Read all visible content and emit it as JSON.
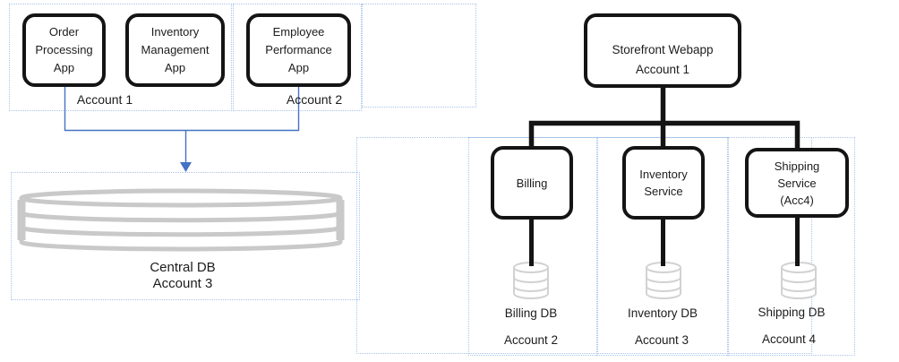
{
  "left_diagram": {
    "apps": [
      {
        "lines": [
          "Order",
          "Processing",
          "App"
        ]
      },
      {
        "lines": [
          "Inventory",
          "Management",
          "App"
        ]
      },
      {
        "lines": [
          "Employee",
          "Performance",
          "App"
        ]
      }
    ],
    "group1_label": "Account 1",
    "group2_label": "Account 2",
    "central_db": {
      "title": "Central DB",
      "account": "Account 3"
    }
  },
  "right_diagram": {
    "root": {
      "title": "Storefront Webapp",
      "account": "Account 1"
    },
    "services": [
      {
        "lines": [
          "Billing"
        ],
        "db": "Billing DB",
        "account": "Account 2"
      },
      {
        "lines": [
          "Inventory",
          "Service"
        ],
        "db": "Inventory DB",
        "account": "Account 3"
      },
      {
        "lines": [
          "Shipping",
          "Service",
          "(Acc4)"
        ],
        "db": "Shipping DB",
        "account": "Account 4"
      }
    ]
  },
  "colors": {
    "node_border": "#141414",
    "connector_black": "#141414",
    "connector_blue": "#4472c4",
    "guide_dotted": "#a9c5e8",
    "cylinder_large_stroke": "#c9c9c9",
    "cylinder_small_stroke": "#d2d2d2",
    "text": "#1c1c1c",
    "background": "#ffffff"
  }
}
